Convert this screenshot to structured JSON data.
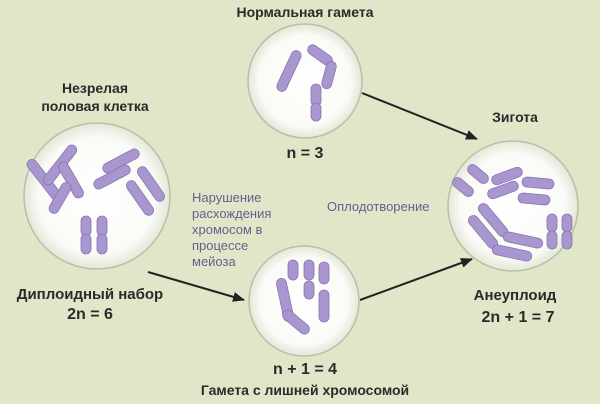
{
  "labels": {
    "normal_gamete_title": "Нормальная гамета",
    "normal_gamete_formula": "n = 3",
    "immature_cell_line1": "Незрелая",
    "immature_cell_line2": "половая клетка",
    "diploid_set": "Диплоидный набор",
    "diploid_formula": "2n = 6",
    "zygote_title": "Зигота",
    "aneuploid": "Анеуплоид",
    "aneuploid_formula": "2n + 1 = 7",
    "extra_gamete_formula": "n + 1 = 4",
    "extra_gamete_title": "Гамета с лишней хромосомой"
  },
  "notes": {
    "nondisjunction": [
      "Нарушение",
      "расхождения",
      "хромосом в",
      "процессе",
      "мейоза"
    ],
    "fertilization": "Оплодотворение"
  },
  "colors": {
    "background": "#dfe7c8",
    "cell_fill": "#ffffff",
    "cell_edge": "#b8c0a8",
    "chromosome": "#a996cf",
    "chromosome_edge": "#8676b3",
    "arrow": "#222222",
    "note_text": "#6c5c8c"
  }
}
